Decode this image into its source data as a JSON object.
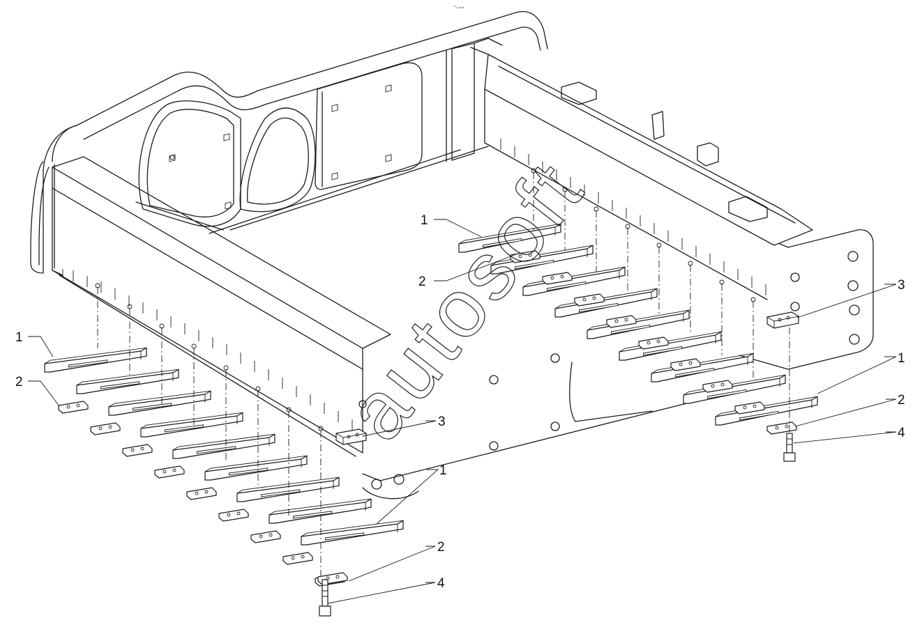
{
  "header": {
    "corner_mark": "ᵒₒ ₒₒₒ"
  },
  "watermark": "autosoft",
  "callouts": [
    {
      "id": "left-1",
      "label": "1"
    },
    {
      "id": "left-2",
      "label": "2"
    },
    {
      "id": "center-1",
      "label": "1"
    },
    {
      "id": "center-2",
      "label": "2"
    },
    {
      "id": "center-3",
      "label": "3"
    },
    {
      "id": "bottom-1",
      "label": "1"
    },
    {
      "id": "bottom-2",
      "label": "2"
    },
    {
      "id": "bottom-4",
      "label": "4"
    },
    {
      "id": "right-3",
      "label": "3"
    },
    {
      "id": "right-1",
      "label": "1"
    },
    {
      "id": "right-2",
      "label": "2"
    },
    {
      "id": "right-4",
      "label": "4"
    }
  ]
}
